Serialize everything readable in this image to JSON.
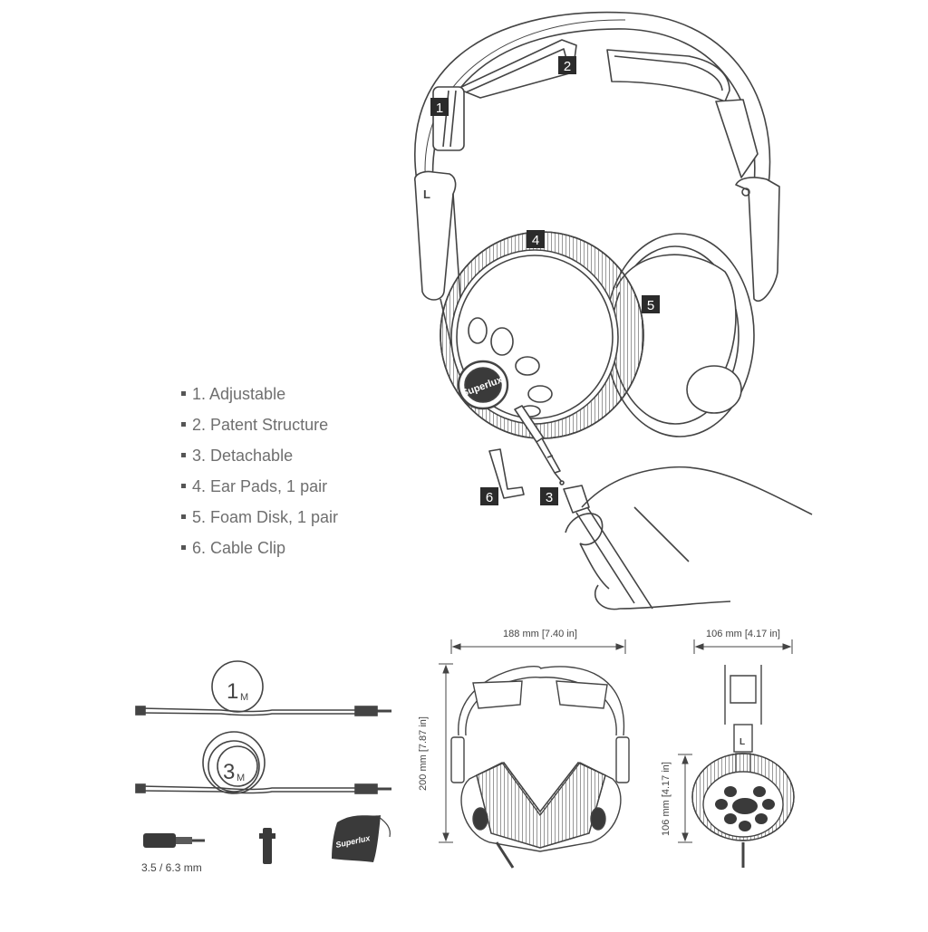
{
  "callouts": [
    "1",
    "2",
    "3",
    "4",
    "5",
    "6"
  ],
  "features": [
    "1. Adjustable",
    "2. Patent Structure",
    "3. Detachable",
    "4. Ear Pads, 1 pair",
    "5. Foam Disk, 1 pair",
    "6. Cable Clip"
  ],
  "cables": {
    "short_label": "1",
    "long_label": "3",
    "unit": "M"
  },
  "adapter_label": "3.5 / 6.3 mm",
  "pouch_brand": "Superlux",
  "driver_brand": "Superlux",
  "side_marker": "L",
  "dimensions": {
    "width": "188 mm [7.40 in]",
    "height": "200 mm [7.87 in]",
    "depth": "106 mm [4.17 in]",
    "cup_height": "106 mm [4.17 in]"
  },
  "colors": {
    "line": "#444444",
    "callout_bg": "#2b2b2b",
    "callout_text": "#ffffff",
    "list_text": "#6f6f6f"
  }
}
